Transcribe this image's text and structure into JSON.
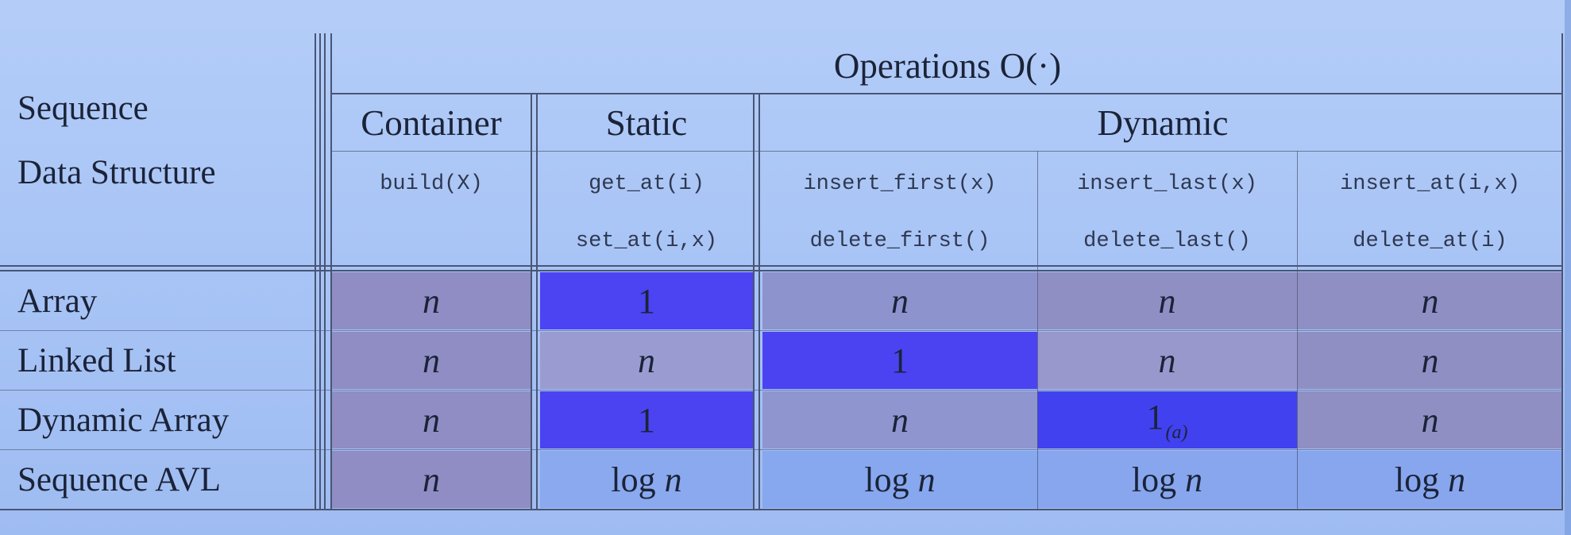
{
  "table": {
    "corner_label": [
      "Sequence",
      "Data Structure"
    ],
    "operations_header": "Operations O(·)",
    "groups": [
      {
        "label": "Container"
      },
      {
        "label": "Static"
      },
      {
        "label": "Dynamic"
      }
    ],
    "ops": [
      [
        "build(X)"
      ],
      [
        "get_at(i)",
        "set_at(i,x)"
      ],
      [
        "insert_first(x)",
        "delete_first()"
      ],
      [
        "insert_last(x)",
        "delete_last()"
      ],
      [
        "insert_at(i,x)",
        "delete_at(i)"
      ]
    ],
    "rows": [
      {
        "name": "Array",
        "cells": [
          "n",
          "1",
          "n",
          "n",
          "n"
        ]
      },
      {
        "name": "Linked List",
        "cells": [
          "n",
          "n",
          "1",
          "n",
          "n"
        ]
      },
      {
        "name": "Dynamic Array",
        "cells": [
          "n",
          "1",
          "n",
          "1",
          "n"
        ],
        "subscript": "(a)"
      },
      {
        "name": "Sequence AVL",
        "cells": [
          "n",
          "log n",
          "log n",
          "log n",
          "log n"
        ]
      }
    ]
  },
  "colors": {
    "dark_cell": "#8e8dc4",
    "mid_cell": "#9a9dd2",
    "highlight": "#4a43f2",
    "highlight2": "#3f3ff0",
    "avl_cell": "#8aa8ee",
    "grid": "#4a5574"
  }
}
